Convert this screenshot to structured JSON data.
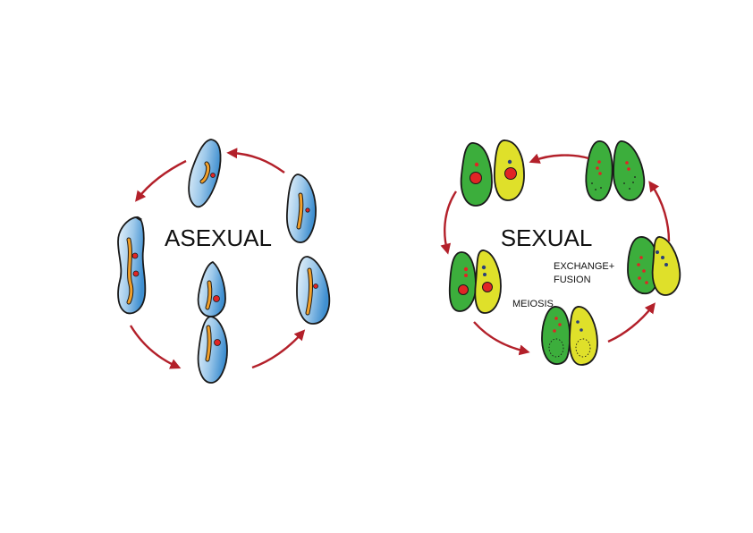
{
  "asexual": {
    "title": "ASEXUAL"
  },
  "sexual": {
    "title": "SEXUAL",
    "label_exchange_line1": "EXCHANGE+",
    "label_exchange_line2": "FUSION",
    "label_meiosis": "MEIOSIS"
  },
  "colors": {
    "asexual_cell_light": "#e8f3fb",
    "asexual_cell_dark": "#3f8fd0",
    "macronucleus": "#f2a02a",
    "micronucleus": "#e02525",
    "cell_green": "#3cae3c",
    "cell_yellow": "#dfe02a",
    "micronucleus_blue": "#2a3f7a",
    "arrow": "#b3202a"
  }
}
